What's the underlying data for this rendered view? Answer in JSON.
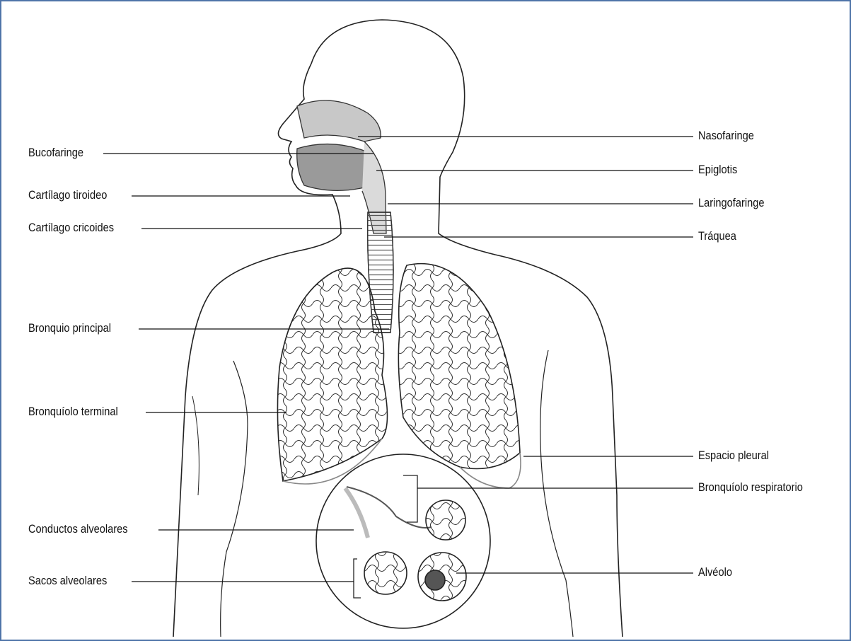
{
  "labels_left": [
    {
      "id": "bucofaringe",
      "text": "Bucofaringe"
    },
    {
      "id": "cartilago-tiroideo",
      "text": "Cartílago tiroideo"
    },
    {
      "id": "cartilago-cricoides",
      "text": "Cartílago cricoides"
    },
    {
      "id": "bronquio-principal",
      "text": "Bronquio principal"
    },
    {
      "id": "bronquiolo-terminal",
      "text": "Bronquíolo terminal"
    },
    {
      "id": "conductos-alveolares",
      "text": "Conductos alveolares"
    },
    {
      "id": "sacos-alveolares",
      "text": "Sacos alveolares"
    }
  ],
  "labels_right": [
    {
      "id": "nasofaringe",
      "text": "Nasofaringe"
    },
    {
      "id": "epiglotis",
      "text": "Epiglotis"
    },
    {
      "id": "laringofaringe",
      "text": "Laringofaringe"
    },
    {
      "id": "traquea",
      "text": "Tráquea"
    },
    {
      "id": "espacio-pleural",
      "text": "Espacio pleural"
    },
    {
      "id": "bronquiolo-respiratorio",
      "text": "Bronquíolo respiratorio"
    },
    {
      "id": "alveolo",
      "text": "Alvéolo"
    }
  ],
  "colors": {
    "frame": "#4f74a8",
    "ink": "#111111",
    "shade": "#bdbdbd"
  }
}
